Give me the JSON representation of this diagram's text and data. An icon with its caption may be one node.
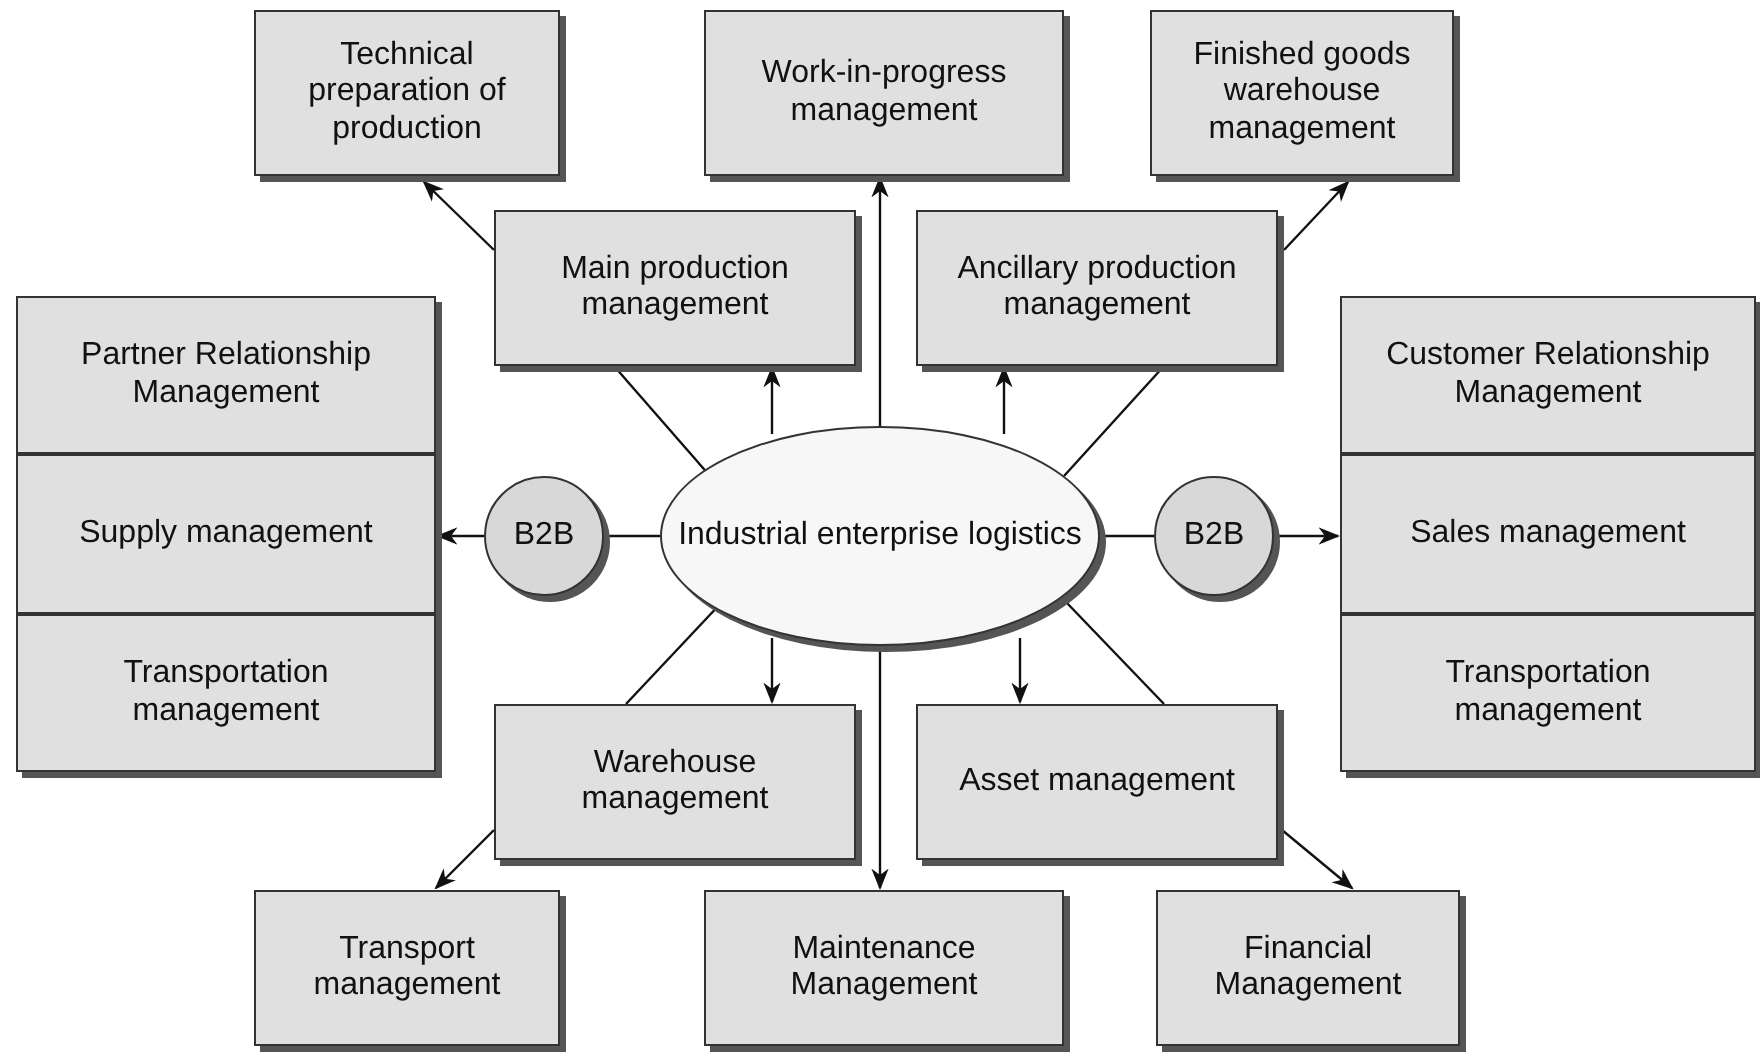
{
  "diagram": {
    "nodes": [
      {
        "text": [
          "Technical preparation of production"
        ]
      },
      {
        "text": [
          "Work-in-progress management"
        ]
      },
      {
        "text": [
          "Finished goods warehouse management"
        ]
      },
      {
        "text": [
          "Main production management"
        ]
      },
      {
        "text": [
          "Ancillary production management"
        ]
      },
      {
        "text": [
          "Partner Relationship Management"
        ]
      },
      {
        "text": [
          "Supply management"
        ]
      },
      {
        "text": [
          "Transportation management"
        ]
      },
      {
        "text": [
          "B2B"
        ]
      },
      {
        "text": [
          "Industrial enterprise logistics"
        ]
      },
      {
        "text": [
          "B2B"
        ]
      },
      {
        "text": [
          "Customer Relationship Management"
        ]
      },
      {
        "text": [
          "Sales management"
        ]
      },
      {
        "text": [
          "Transportation management"
        ]
      },
      {
        "text": [
          "Warehouse management"
        ]
      },
      {
        "text": [
          "Asset management"
        ]
      },
      {
        "text": [
          "Transport management"
        ]
      },
      {
        "text": [
          "Maintenance Management"
        ]
      },
      {
        "text": [
          "Financial Management"
        ]
      }
    ],
    "edges": [
      {
        "from": 9,
        "to": 3,
        "arrow": "none"
      },
      {
        "from": 9,
        "to": 3,
        "arrow": "to"
      },
      {
        "from": 3,
        "to": 0,
        "arrow": "to"
      },
      {
        "from": 9,
        "to": 1,
        "arrow": "to"
      },
      {
        "from": 9,
        "to": 4,
        "arrow": "to"
      },
      {
        "from": 9,
        "to": 4,
        "arrow": "none"
      },
      {
        "from": 4,
        "to": 2,
        "arrow": "to"
      },
      {
        "from": 9,
        "to": 8,
        "arrow": "none"
      },
      {
        "from": 8,
        "to": 6,
        "arrow": "to"
      },
      {
        "from": 9,
        "to": 10,
        "arrow": "none"
      },
      {
        "from": 10,
        "to": 12,
        "arrow": "to"
      },
      {
        "from": 9,
        "to": 14,
        "arrow": "none"
      },
      {
        "from": 9,
        "to": 14,
        "arrow": "to"
      },
      {
        "from": 14,
        "to": 16,
        "arrow": "to"
      },
      {
        "from": 9,
        "to": 17,
        "arrow": "to"
      },
      {
        "from": 9,
        "to": 15,
        "arrow": "to"
      },
      {
        "from": 9,
        "to": 15,
        "arrow": "none"
      },
      {
        "from": 15,
        "to": 18,
        "arrow": "to"
      }
    ]
  }
}
